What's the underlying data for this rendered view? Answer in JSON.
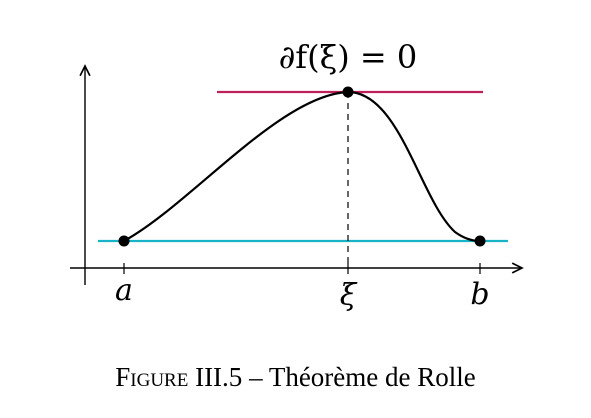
{
  "figure": {
    "annotation_top": "∂f(ξ) = 0",
    "x_labels": {
      "a": "a",
      "xi": "ξ",
      "b": "b"
    },
    "colors": {
      "tangent_top": "#c0205a",
      "chord_bottom": "#19b3c7",
      "curve": "#000000",
      "axes": "#000000"
    }
  },
  "caption": {
    "prefix": "Figure",
    "number": "III.5",
    "separator": "–",
    "title": "Théorème de Rolle"
  }
}
